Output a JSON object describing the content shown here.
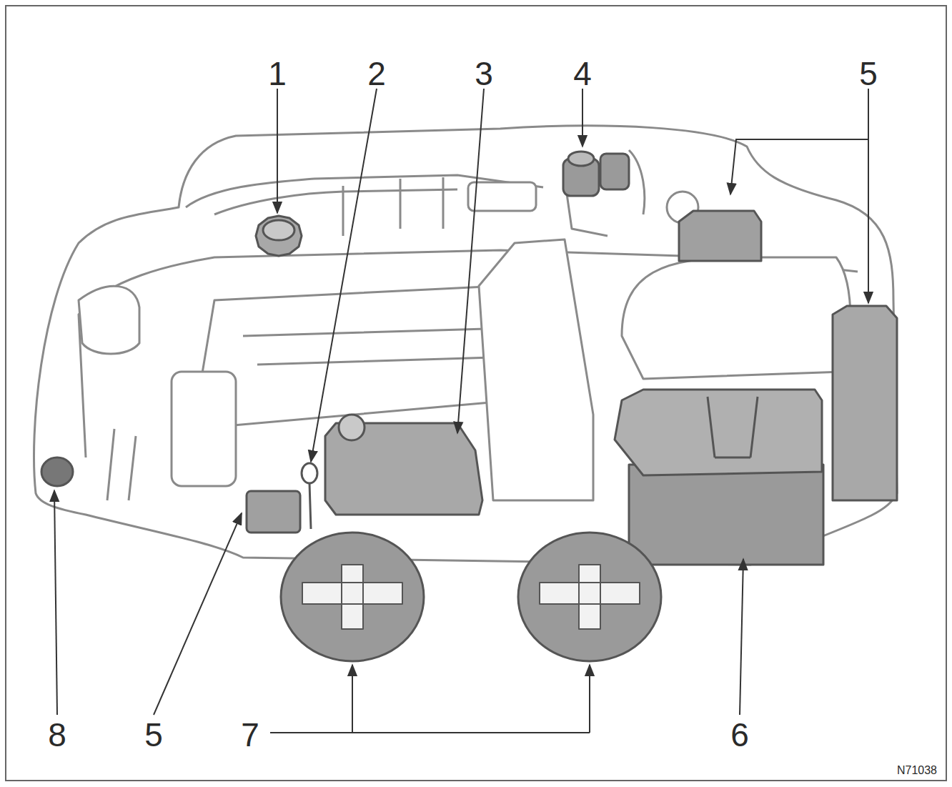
{
  "diagram": {
    "labels": [
      "1",
      "2",
      "3",
      "4",
      "5",
      "8",
      "5",
      "7",
      "6",
      "N71038"
    ]
  }
}
